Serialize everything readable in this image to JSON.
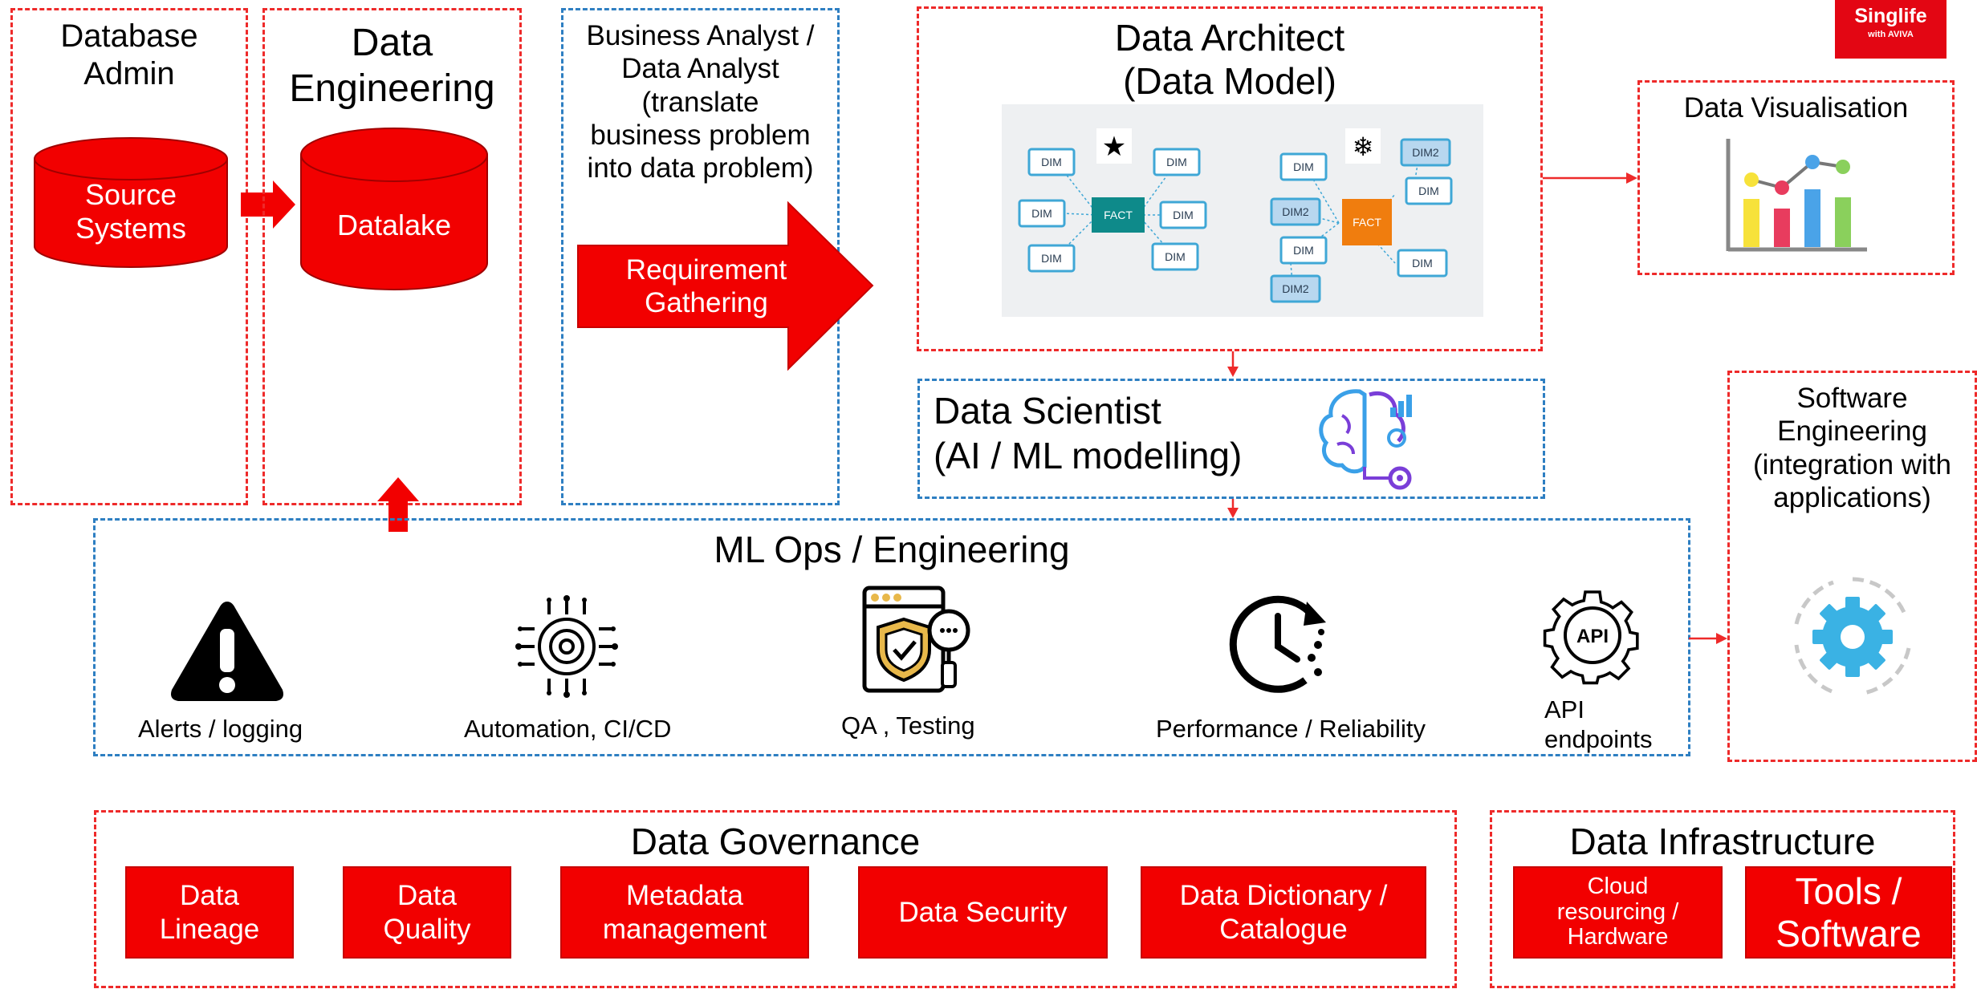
{
  "brand": {
    "name": "Singlife",
    "sub": "with AVIVA"
  },
  "dba": {
    "title": "Database\nAdmin",
    "cylinder": "Source\nSystems"
  },
  "de": {
    "title": "Data\nEngineering",
    "cylinder": "Datalake"
  },
  "ba": {
    "title": "Business Analyst /\nData Analyst\n(translate\nbusiness problem\ninto data problem)",
    "arrow": "Requirement\nGathering"
  },
  "architect": {
    "title": "Data Architect\n(Data Model)",
    "star_model": {
      "center": "FACT",
      "dims": [
        "DIM",
        "DIM",
        "DIM",
        "DIM",
        "DIM",
        "DIM"
      ]
    },
    "snowflake_model": {
      "center": "FACT",
      "dims": [
        "DIM",
        "DIM2",
        "DIM",
        "DIM2",
        "DIM",
        "DIM",
        "DIM2"
      ]
    }
  },
  "viz": {
    "title": "Data Visualisation"
  },
  "scientist": {
    "title": "Data Scientist\n(AI / ML modelling)"
  },
  "sweng": {
    "title": "Software\nEngineering\n(integration with\napplications)"
  },
  "mlops": {
    "title": "ML Ops / Engineering",
    "items": [
      {
        "icon": "warning-icon",
        "label": "Alerts / logging"
      },
      {
        "icon": "automation-chip-gear-icon",
        "label": "Automation, CI/CD"
      },
      {
        "icon": "qa-shield-check-icon",
        "label": "QA , Testing"
      },
      {
        "icon": "clock-performance-icon",
        "label": "Performance / Reliability"
      },
      {
        "icon": "api-gear-icon",
        "label": "API\nendpoints",
        "icon_text": "API"
      }
    ]
  },
  "governance": {
    "title": "Data Governance",
    "items": [
      "Data\nLineage",
      "Data\nQuality",
      "Metadata\nmanagement",
      "Data Security",
      "Data Dictionary /\nCatalogue"
    ]
  },
  "infra": {
    "title": "Data Infrastructure",
    "items": [
      "Cloud\nresourcing /\nHardware",
      "Tools /\nSoftware"
    ]
  },
  "colors": {
    "accent_red": "#f20000",
    "dash_red": "#ee2a2a",
    "dash_blue": "#2e7fc2"
  }
}
